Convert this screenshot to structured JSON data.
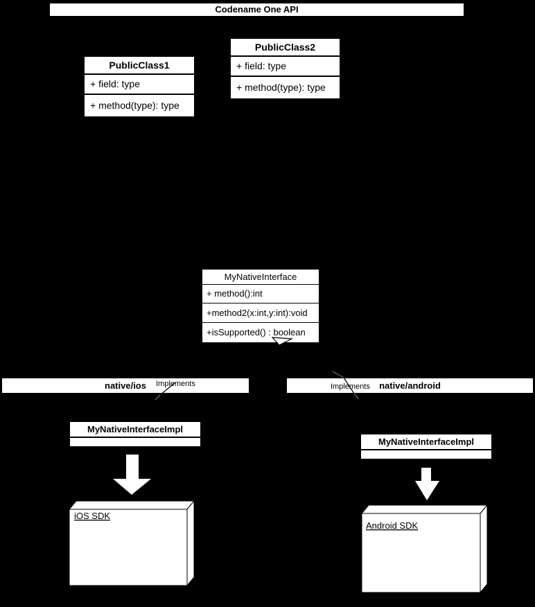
{
  "header": {
    "title": "Codename One API"
  },
  "classes": {
    "publicClass1": {
      "name": "PublicClass1",
      "members": [
        "+ field: type",
        "+ method(type): type"
      ]
    },
    "publicClass2": {
      "name": "PublicClass2",
      "members": [
        "+ field: type",
        "+ method(type): type"
      ]
    },
    "myNativeInterface": {
      "name": "MyNativeInterface",
      "members": [
        "+ method():int",
        "+method2(x:int,y:int):void",
        "+isSupported() : boolean"
      ]
    }
  },
  "layers": {
    "ios": {
      "label": "native/ios",
      "relation_label": "Implements"
    },
    "android": {
      "label": "native/android",
      "relation_label": "Implements"
    }
  },
  "implementations": {
    "ios": {
      "name": "MyNativeInterfaceImpl"
    },
    "android": {
      "name": "MyNativeInterfaceImpl"
    }
  },
  "sdk_nodes": {
    "ios": {
      "label": "iOS SDK"
    },
    "android": {
      "label": "Android SDK"
    }
  },
  "colors": {
    "background": "#000000",
    "box_fill": "#ffffff",
    "line": "#000000",
    "faint_trace": "#8a8a8a"
  }
}
